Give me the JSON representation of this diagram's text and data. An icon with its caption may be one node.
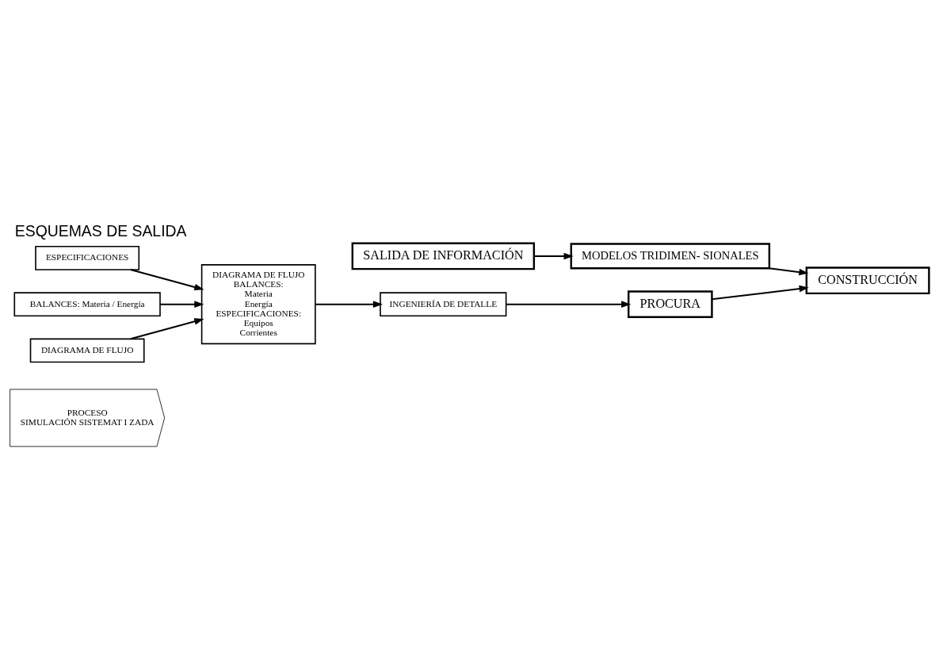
{
  "diagram": {
    "title": "ESQUEMAS DE SALIDA",
    "nodes": [
      {
        "text": [
          "PROCESO",
          "SIMULACIÓN SISTEMAT I ZADA"
        ]
      },
      {
        "text": [
          "SALIDA DE INFORMACIÓN"
        ]
      },
      {
        "text": [
          "DIAGRAMA DE FLUJO",
          "BALANCES:",
          "Materia",
          "Energía",
          "ESPECIFICACIONES:",
          "Equipos",
          "Corrientes"
        ]
      },
      {
        "text": [
          "MODELOS TRIDIMEN- SIONALES"
        ]
      },
      {
        "text": [
          "CONSTRUCCIÓN"
        ]
      },
      {
        "text": [
          "PROCURA"
        ]
      },
      {
        "text": [
          "INGENIERÍA DE DETALLE"
        ]
      },
      {
        "text": [
          "ESPECIFICACIONES"
        ]
      },
      {
        "text": [
          "BALANCES: Materia / Energía"
        ]
      },
      {
        "text": [
          "DIAGRAMA DE FLUJO"
        ]
      }
    ],
    "edges": [
      {
        "from": 1,
        "to": 3,
        "arrow": "to"
      },
      {
        "from": 3,
        "to": 4,
        "arrow": "to"
      },
      {
        "from": 5,
        "to": 4,
        "arrow": "to"
      },
      {
        "from": 6,
        "to": 5,
        "arrow": "to"
      },
      {
        "from": 2,
        "to": 6,
        "arrow": "to"
      },
      {
        "from": 8,
        "to": 2,
        "arrow": "to"
      },
      {
        "from": 9,
        "to": 2,
        "arrow": "to"
      },
      {
        "from": 7,
        "to": 2,
        "arrow": "to"
      }
    ]
  }
}
